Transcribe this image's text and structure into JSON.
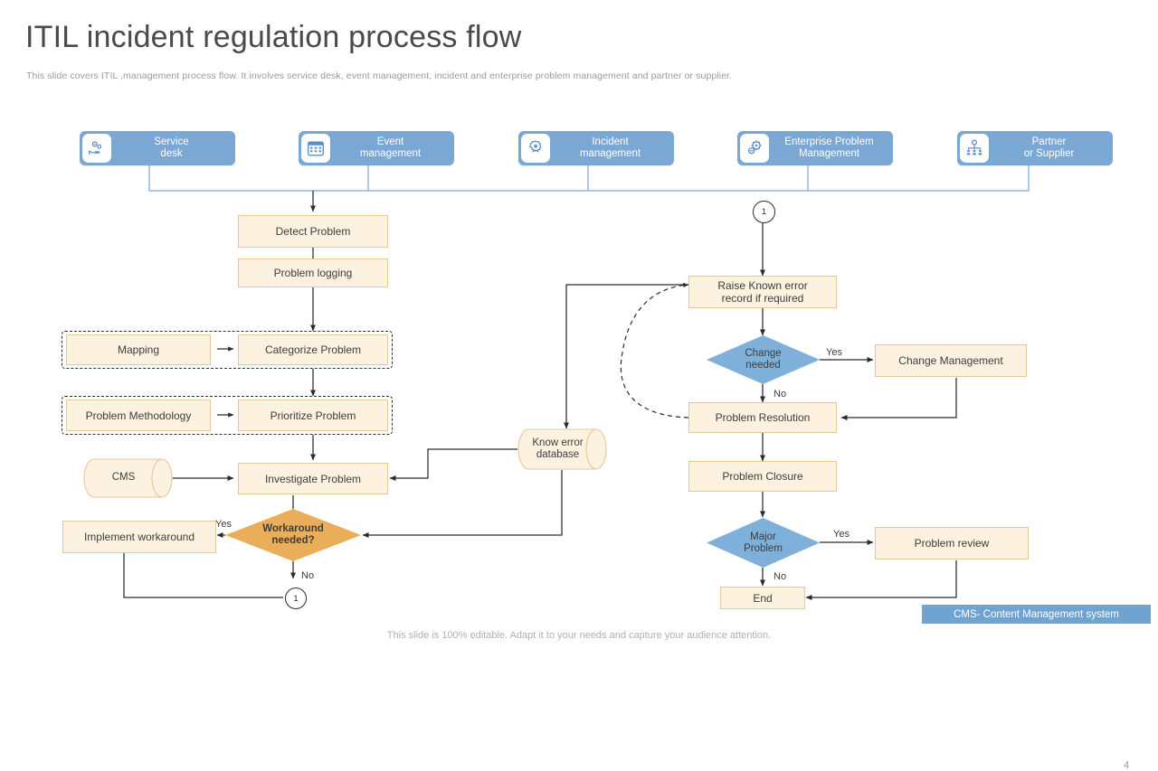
{
  "slide": {
    "title": "ITIL incident regulation process flow",
    "subtitle": "This slide covers ITIL ,management process flow. It involves service desk, event management, incident and enterprise problem management and partner or supplier.",
    "footnote": "This slide is 100% editable. Adapt it to your  needs and capture your audience attention.",
    "page_number": "4",
    "legend": "CMS- Content Management system",
    "colors": {
      "lane_blue": "#7ba7d4",
      "node_fill": "#fdf2e0",
      "node_border": "#e3c89a",
      "diamond_blue": "#7eb0da",
      "diamond_orange": "#eaad5a",
      "legend_blue": "#6fa3d2",
      "title_gray": "#4a4a4a",
      "wire": "#2b2b2b"
    }
  },
  "lanes": [
    {
      "label": "Service\ndesk",
      "icon": "hand-gears-icon"
    },
    {
      "label": "Event\nmanagement",
      "icon": "calendar-icon"
    },
    {
      "label": "Incident\nmanagement",
      "icon": "gear-person-icon"
    },
    {
      "label": "Enterprise Problem\nManagement",
      "icon": "gears-icon"
    },
    {
      "label": "Partner\nor Supplier",
      "icon": "org-chart-icon"
    }
  ],
  "nodes": {
    "detect_problem": "Detect Problem",
    "problem_logging": "Problem logging",
    "mapping": "Mapping",
    "categorize_problem": "Categorize Problem",
    "problem_methodology": "Problem Methodology",
    "prioritize_problem": "Prioritize Problem",
    "investigate_problem": "Investigate  Problem",
    "implement_workaround": "Implement  workaround",
    "cms": "CMS",
    "know_error_db": "Know error\ndatabase",
    "raise_known_error": "Raise Known error\nrecord if required",
    "change_management": "Change Management",
    "problem_resolution": "Problem Resolution",
    "problem_closure": "Problem Closure",
    "problem_review": "Problem review",
    "end": "End"
  },
  "decisions": {
    "workaround_needed": "Workaround\nneeded?",
    "change_needed": "Change\nneeded",
    "major_problem": "Major\nProblem"
  },
  "connectors": {
    "ref_top": "1",
    "ref_bottom": "1"
  },
  "edge_labels": {
    "workaround_yes": "Yes",
    "workaround_no": "No",
    "change_yes": "Yes",
    "change_no": "No",
    "major_yes": "Yes",
    "major_no": "No"
  }
}
